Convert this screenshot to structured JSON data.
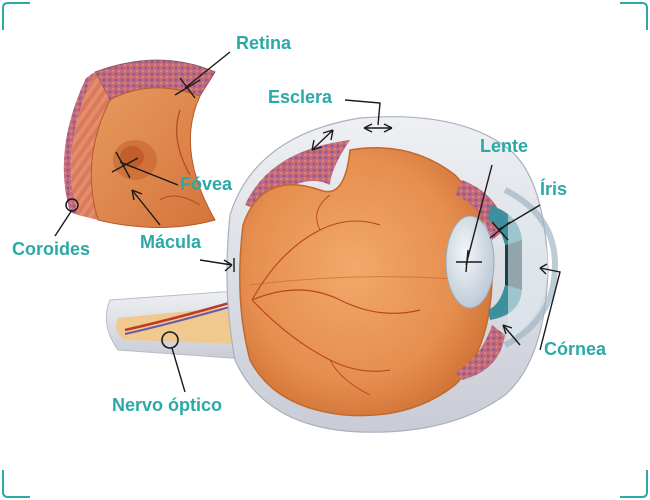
{
  "colors": {
    "label": "#2aa9a6",
    "frame": "#2aa9a6",
    "pointer": "#1a1a1a",
    "sclera": "#d8dbe3",
    "retina_wall": "#d9773d",
    "vitreous": "#e58e4f",
    "choroid": "#b75c6e",
    "iris": "#3c8f9b",
    "lens": "#cfd9e3"
  },
  "labels": {
    "retina": "Retina",
    "fovea": "Fóvea",
    "coroides": "Coroides",
    "macula": "Mácula",
    "esclera": "Esclera",
    "lente": "Lente",
    "iris": "Íris",
    "cornea": "Córnea",
    "nervo_optico": "Nervo óptico"
  }
}
